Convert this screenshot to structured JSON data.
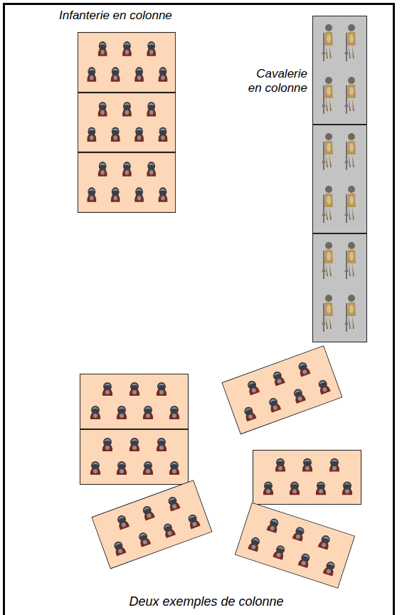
{
  "diagram": {
    "labels": [
      "Infanterie en colonne",
      "Cavalerie en colonne",
      "Deux exemples de colonne"
    ]
  }
}
